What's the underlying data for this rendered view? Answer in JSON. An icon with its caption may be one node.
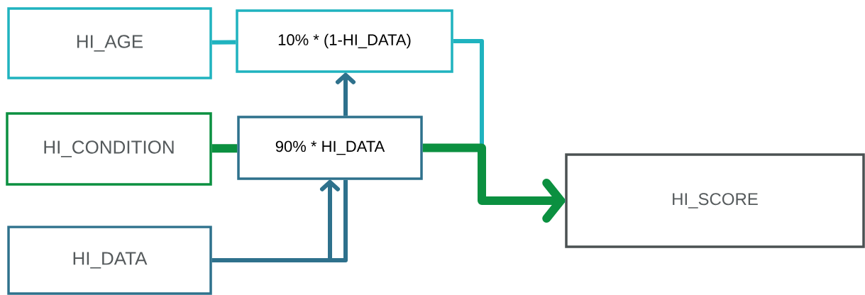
{
  "diagram": {
    "nodes": [
      {
        "text": [
          "HI_AGE"
        ]
      },
      {
        "text": [
          "10% * (1-HI_DATA)"
        ]
      },
      {
        "text": [
          "HI_CONDITION"
        ]
      },
      {
        "text": [
          "90% * HI_DATA"
        ]
      },
      {
        "text": [
          "HI_DATA"
        ]
      },
      {
        "text": [
          "HI_SCORE"
        ]
      }
    ],
    "edges": [
      {
        "from": 0,
        "to": 1,
        "arrow": "none",
        "color": "#1fb3bf"
      },
      {
        "from": 2,
        "to": 3,
        "arrow": "none",
        "style": "thick",
        "color": "#0b9040"
      },
      {
        "from": 4,
        "to": 3,
        "arrow": "to",
        "color": "#2e718c"
      },
      {
        "from": 4,
        "to": 3,
        "arrow": "none",
        "color": "#2e718c"
      },
      {
        "from": 3,
        "to": 1,
        "arrow": "to",
        "color": "#2e718c"
      },
      {
        "from": 1,
        "to": 5,
        "arrow": "none",
        "color": "#1fb3bf"
      },
      {
        "from": 3,
        "to": 5,
        "arrow": "to",
        "style": "thick",
        "color": "#0b9040"
      }
    ]
  }
}
